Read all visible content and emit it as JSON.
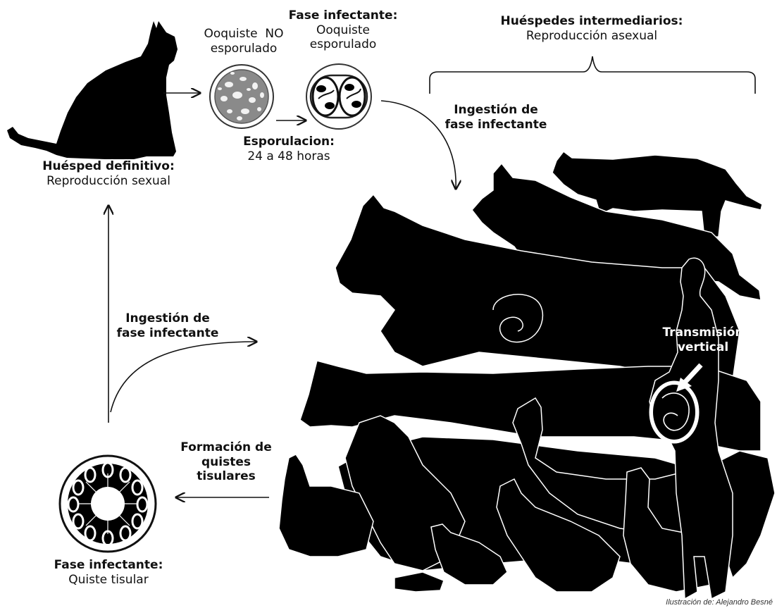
{
  "definitive_host": {
    "title": "Huésped definitivo:",
    "subtitle": "Reproducción sexual"
  },
  "oocyst_unsporulated": {
    "line1": "Ooquiste  NO",
    "line2": "esporulado"
  },
  "infective_oocyst": {
    "title": "Fase infectante:",
    "line1": "Ooquiste",
    "line2": "esporulado"
  },
  "sporulation": {
    "title": "Esporulacion:",
    "subtitle": "24 a 48 horas"
  },
  "intermediate_hosts": {
    "title": "Huéspedes intermediarios:",
    "subtitle": "Reproducción asexual"
  },
  "ingestion_right": {
    "line1": "Ingestión de",
    "line2": "fase infectante"
  },
  "ingestion_left": {
    "line1": "Ingestión de",
    "line2": "fase infectante"
  },
  "vertical_transmission": {
    "line1": "Transmisión",
    "line2": "vertical"
  },
  "cyst_formation": {
    "line1": "Formación de",
    "line2": "quistes",
    "line3": "tisulares"
  },
  "tissue_cyst": {
    "title": "Fase infectante:",
    "subtitle": "Quiste tisular"
  },
  "credit": "Ilustración de: Alejandro Besné"
}
